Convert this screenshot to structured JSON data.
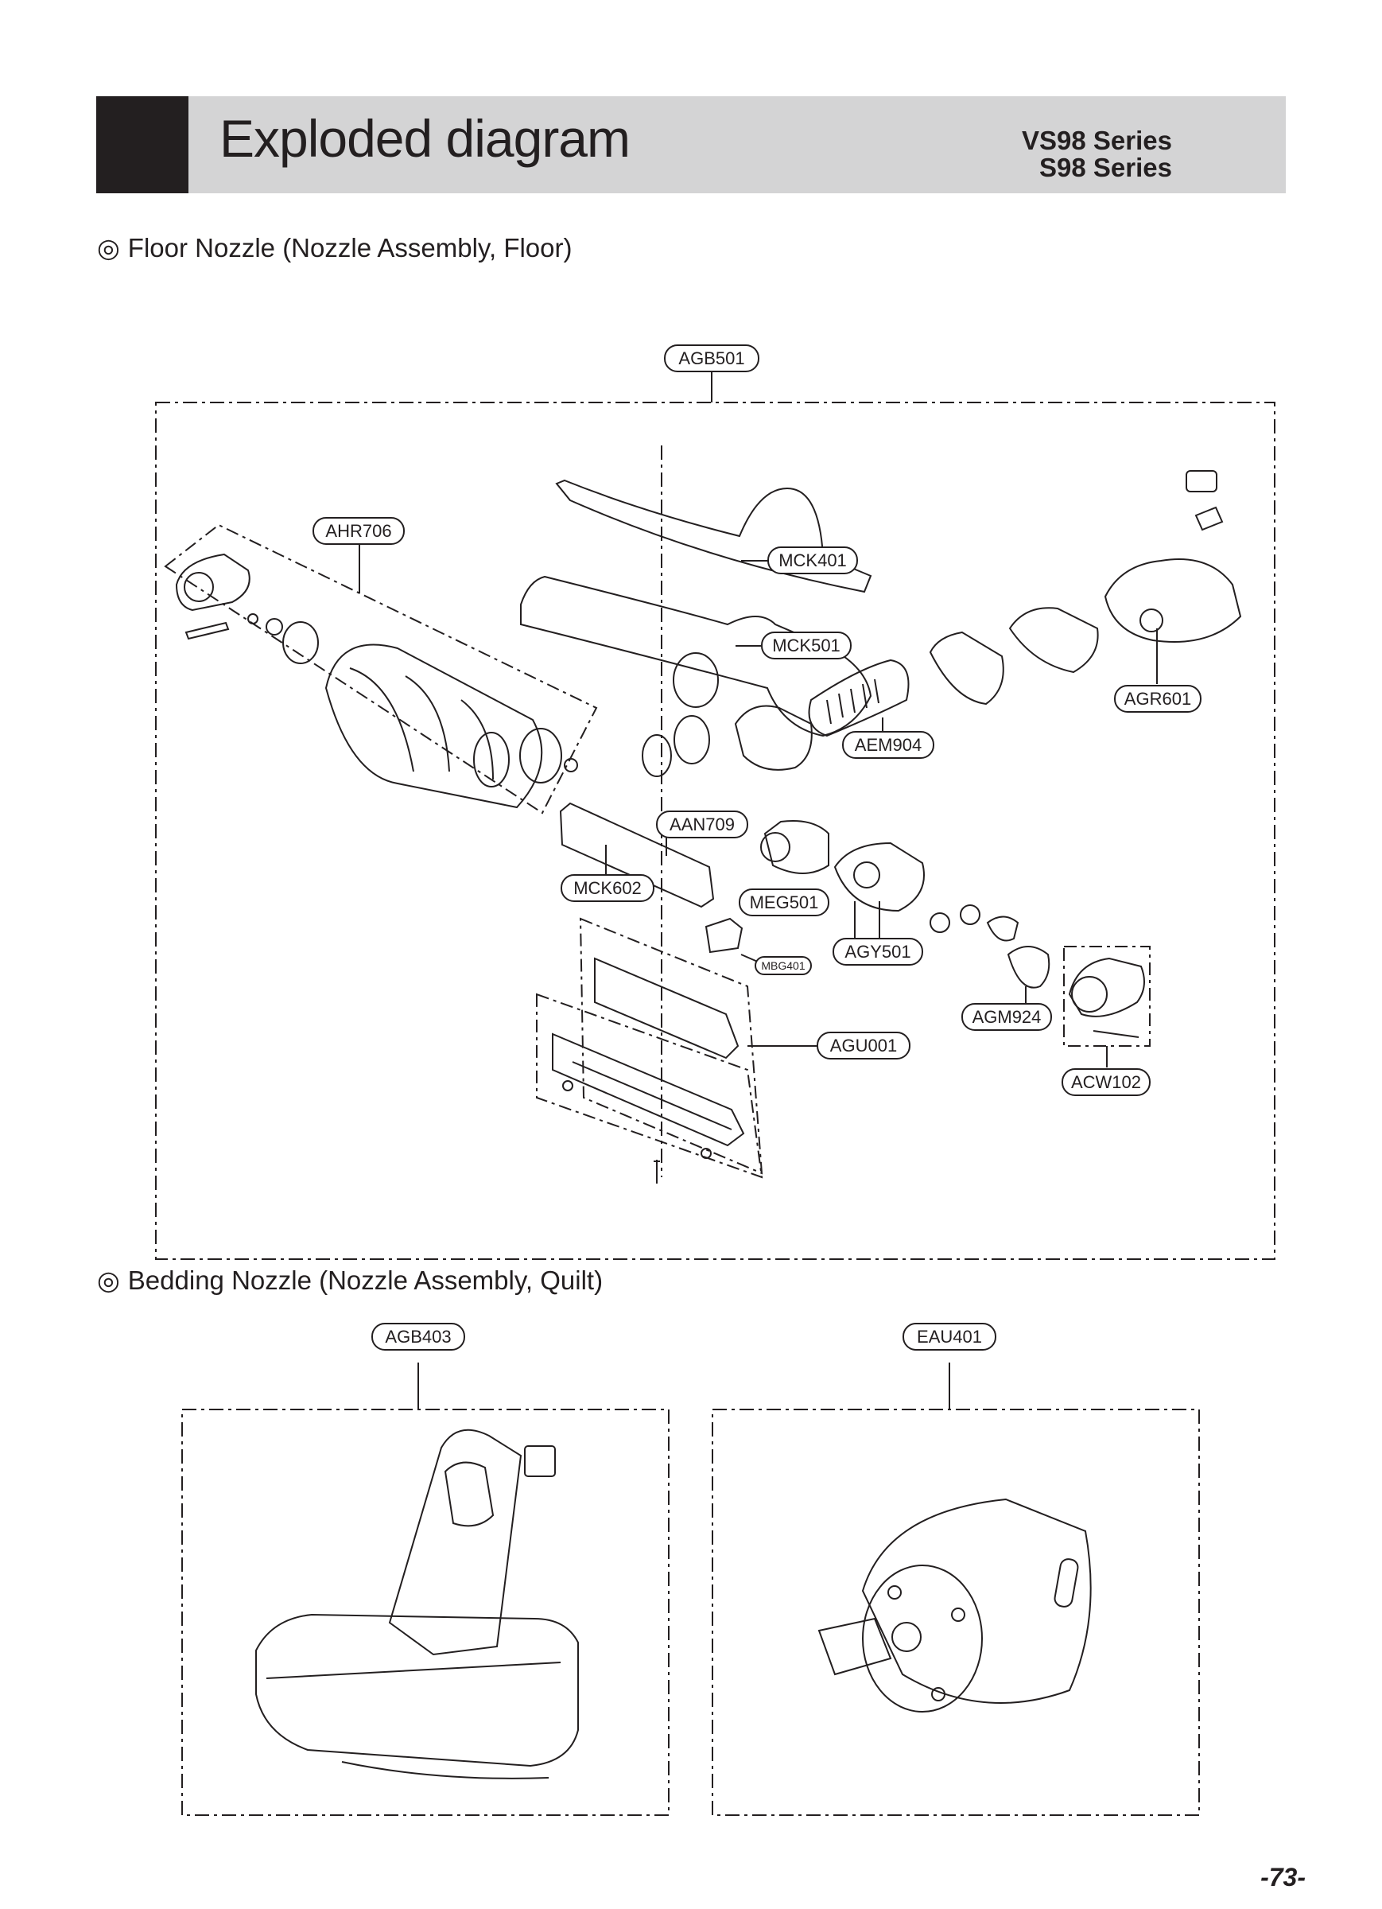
{
  "header": {
    "title": "Exploded diagram",
    "series": [
      "VS98 Series",
      "S98 Series"
    ]
  },
  "sections": [
    {
      "bullet": "◎",
      "title": "Floor Nozzle (Nozzle Assembly, Floor)"
    },
    {
      "bullet": "◎",
      "title": "Bedding Nozzle (Nozzle Assembly, Quilt)"
    }
  ],
  "callouts": {
    "floor_nozzle": [
      "AGB501",
      "AHR706",
      "MCK401",
      "MCK501",
      "AGR601",
      "AEM904",
      "AAN709",
      "MCK602",
      "MEG501",
      "AGY501",
      "MBG401",
      "AGU001",
      "AGM924",
      "ACW102"
    ],
    "bedding_nozzle": [
      "AGB403",
      "EAU401"
    ]
  },
  "page_number": "-73-"
}
